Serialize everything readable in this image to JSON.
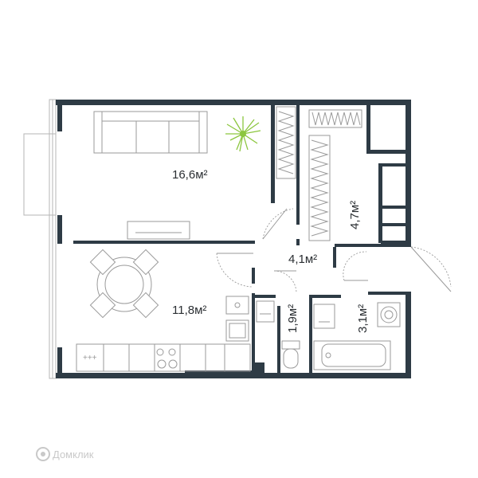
{
  "colors": {
    "wall": "#2e3b45",
    "furniture_stroke": "#9a9a9a",
    "plant": "#8cc63f",
    "text": "#2b2f33",
    "watermark": "#c9c9c9"
  },
  "rooms": [
    {
      "id": "living",
      "area": "16,6м²"
    },
    {
      "id": "kitchen",
      "area": "11,8м²"
    },
    {
      "id": "hall",
      "area": "4,1м²"
    },
    {
      "id": "wardrobe",
      "area": "4,7м²"
    },
    {
      "id": "wc",
      "area": "1,9м²"
    },
    {
      "id": "bath",
      "area": "3,1м²"
    }
  ],
  "watermark": {
    "text": "Домклик",
    "icon": "domclick-logo-icon"
  }
}
